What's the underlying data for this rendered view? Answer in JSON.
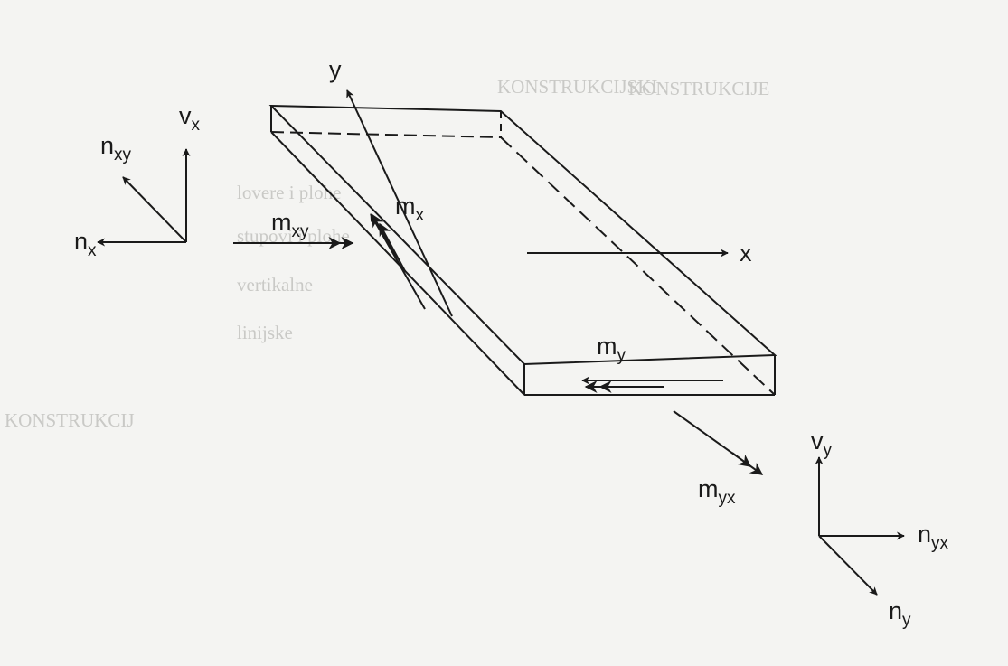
{
  "axes": {
    "x": "x",
    "y": "y"
  },
  "loads": {
    "nx": {
      "base": "n",
      "sub": "x"
    },
    "nxy": {
      "base": "n",
      "sub": "xy"
    },
    "vx": {
      "base": "v",
      "sub": "x"
    },
    "mxy": {
      "base": "m",
      "sub": "xy"
    },
    "mx": {
      "base": "m",
      "sub": "x"
    },
    "my": {
      "base": "m",
      "sub": "y"
    },
    "myx": {
      "base": "m",
      "sub": "yx"
    },
    "vy": {
      "base": "v",
      "sub": "y"
    },
    "nyx": {
      "base": "n",
      "sub": "yx"
    },
    "ny": {
      "base": "n",
      "sub": "y"
    }
  },
  "background_text": [
    "KONSTRUKCIJE",
    "KONSTRUKCIJSKI",
    "lovere i plohe",
    "stupovi i plohe",
    "vertikalne",
    "linijske",
    "KONSTRUKCIJ"
  ]
}
